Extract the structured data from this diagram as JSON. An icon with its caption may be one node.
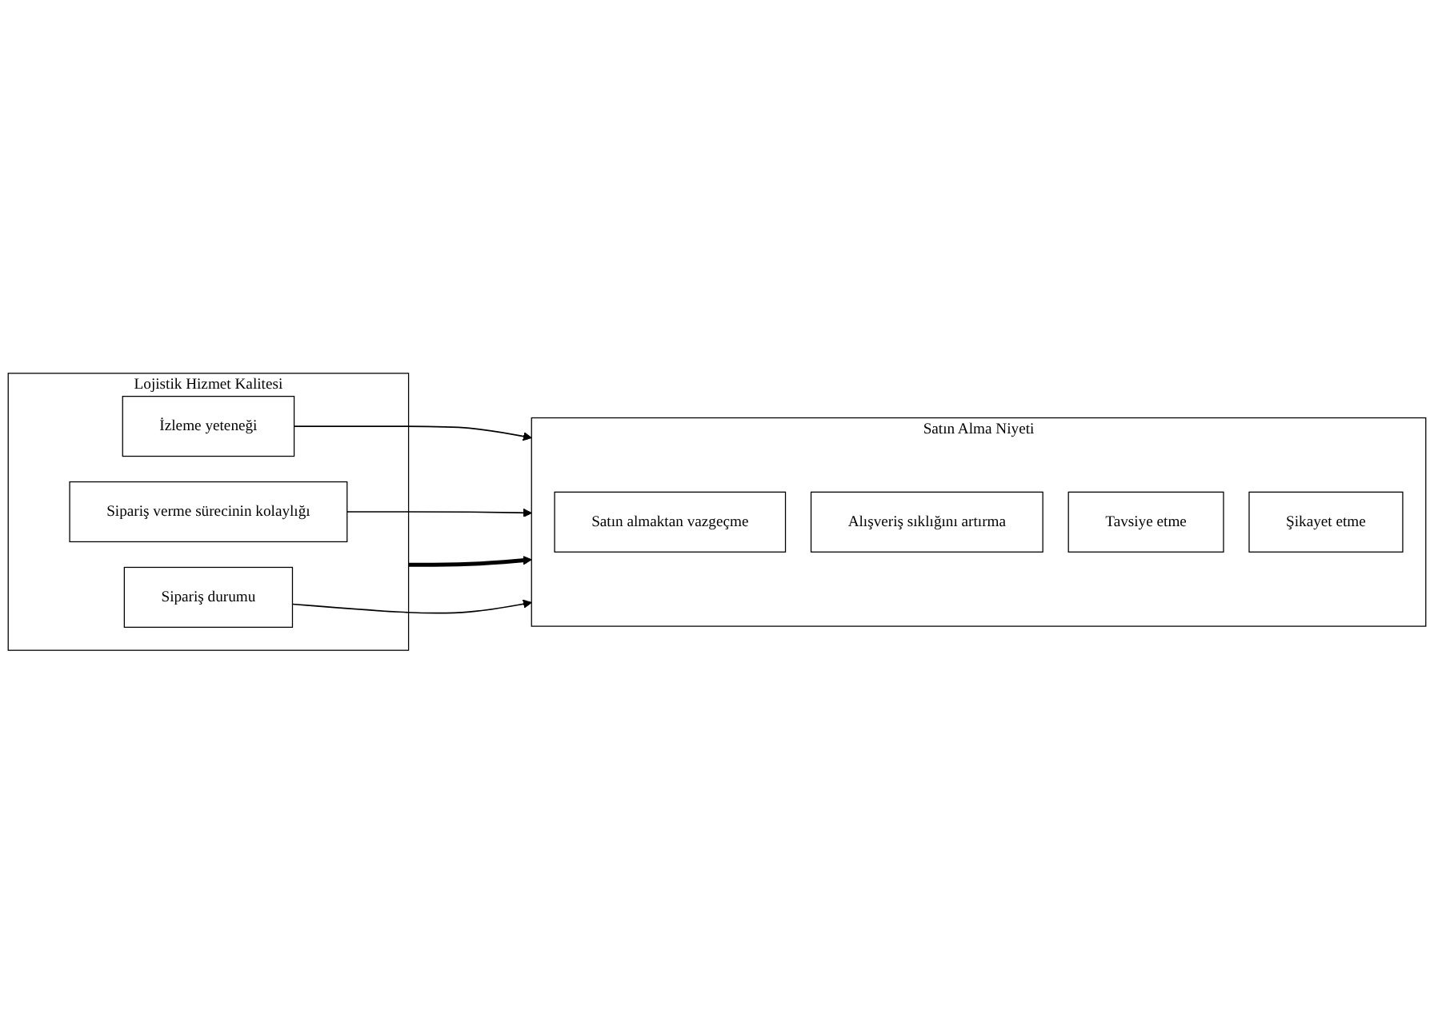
{
  "diagram": {
    "nodes": [
      {
        "text": [
          "Lojistik Hizmet Kalitesi"
        ]
      },
      {
        "text": [
          "İzleme yeteneği"
        ],
        "in": 0
      },
      {
        "text": [
          "Sipariş verme sürecinin kolaylığı"
        ],
        "in": 0
      },
      {
        "text": [
          "Sipariş durumu"
        ],
        "in": 0
      },
      {
        "text": [
          "Satın Alma Niyeti"
        ]
      },
      {
        "text": [
          "Satın almaktan vazgeçme"
        ],
        "in": 4
      },
      {
        "text": [
          "Alışveriş sıklığını artırma"
        ],
        "in": 4
      },
      {
        "text": [
          "Tavsiye etme"
        ],
        "in": 4
      },
      {
        "text": [
          "Şikayet etme"
        ],
        "in": 4
      }
    ],
    "edges": [
      {
        "from": 0,
        "to": 4,
        "arrow": "to",
        "style": "thick"
      },
      {
        "from": 1,
        "to": 4,
        "arrow": "to"
      },
      {
        "from": 2,
        "to": 4,
        "arrow": "to"
      },
      {
        "from": 3,
        "to": 4,
        "arrow": "to"
      }
    ]
  }
}
